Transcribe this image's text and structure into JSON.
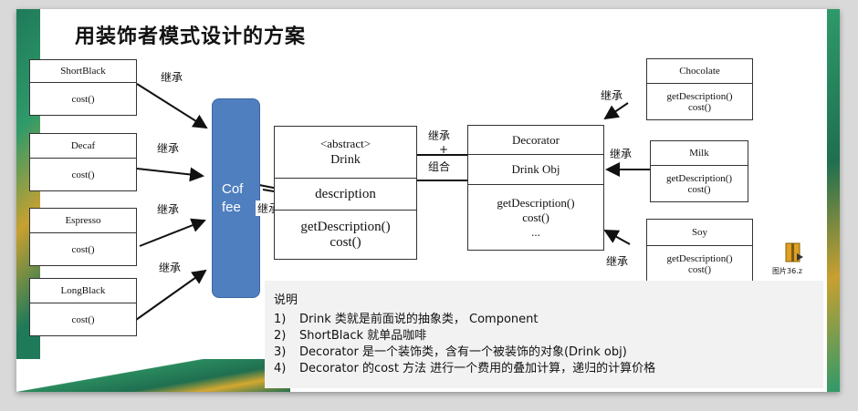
{
  "title": "用装饰者模式设计的方案",
  "coffees": [
    {
      "name": "ShortBlack",
      "method": "cost()"
    },
    {
      "name": "Decaf",
      "method": "cost()"
    },
    {
      "name": "Espresso",
      "method": "cost()"
    },
    {
      "name": "LongBlack",
      "method": "cost()"
    }
  ],
  "coffee_class": {
    "line1": "Cof",
    "line2": "fee"
  },
  "drink": {
    "stereotype": "<abstract>",
    "name": "Drink",
    "field": "description",
    "method1": "getDescription()",
    "method2": "cost()"
  },
  "decorator": {
    "name": "Decorator",
    "field": "Drink Obj",
    "method1": "getDescription()",
    "method2": "cost()",
    "method3": "..."
  },
  "condiments": [
    {
      "name": "Chocolate",
      "method1": "getDescription()",
      "method2": "cost()"
    },
    {
      "name": "Milk",
      "method1": "getDescription()",
      "method2": "cost()"
    },
    {
      "name": "Soy",
      "method1": "getDescription()",
      "method2": "cost()"
    }
  ],
  "labels": {
    "inherit": "继承",
    "plus": "+",
    "compose": "组合"
  },
  "notes": {
    "heading": "说明",
    "items": [
      {
        "num": "1)",
        "text": "Drink 类就是前面说的抽象类， Component"
      },
      {
        "num": "2)",
        "text": "ShortBlack 就单品咖啡"
      },
      {
        "num": "3)",
        "text": "Decorator 是一个装饰类，含有一个被装饰的对象(Drink obj)"
      },
      {
        "num": "4)",
        "text": "Decorator 的cost 方法 进行一个费用的叠加计算，递归的计算价格"
      }
    ]
  },
  "file_icon": {
    "label": "图片36.z",
    "icon": "archive-file-icon",
    "color": "#e0a020"
  },
  "colors": {
    "coffee_fill": "#4f7fbf",
    "notes_bg": "#f2f2f2"
  }
}
